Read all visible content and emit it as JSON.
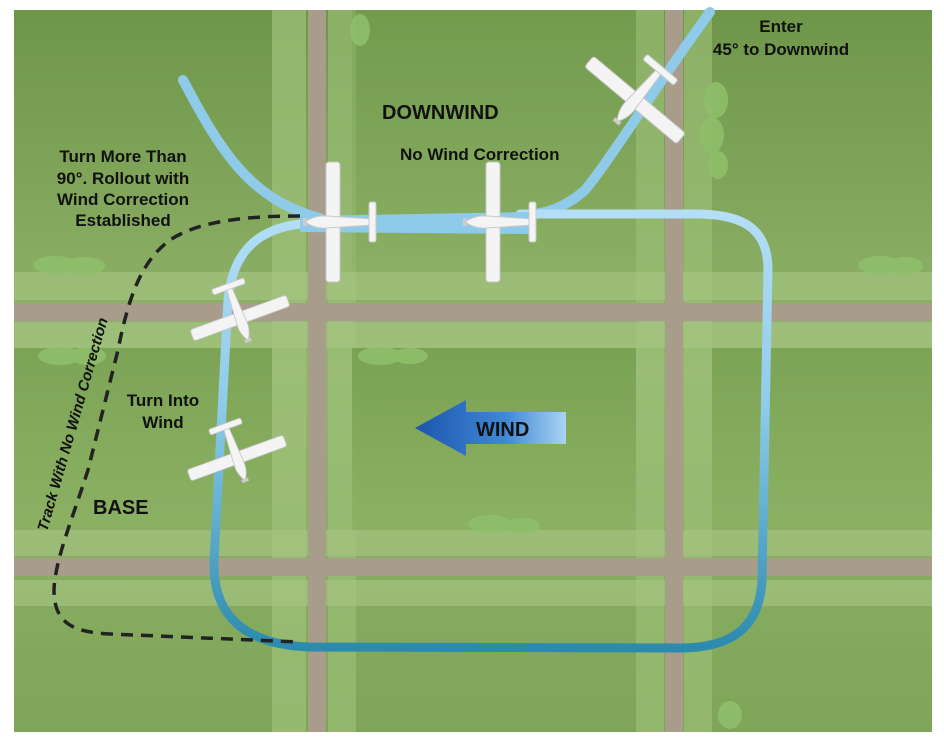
{
  "labels": {
    "enter_line1": "Enter",
    "enter_line2": "45° to Downwind",
    "downwind": "DOWNWIND",
    "no_wind_correction": "No Wind Correction",
    "turn_more_line1": "Turn More Than",
    "turn_more_line2": "90°. Rollout with",
    "turn_more_line3": "Wind Correction",
    "turn_more_line4": "Established",
    "track_no_correction": "Track With No Wind Correction",
    "turn_into_line1": "Turn Into",
    "turn_into_line2": "Wind",
    "base": "BASE",
    "wind": "WIND"
  },
  "colors": {
    "field_light": "#93b26a",
    "field_dark": "#6d9449",
    "road": "#a69a88",
    "grass_strip": "#9cc27a",
    "path_light": "#a9d6f2",
    "path_dark": "#2e8fb0",
    "wind_arrow": "#2660b6",
    "track_dash": "#222222",
    "airplane": "#f4f4f4"
  },
  "icons": {
    "airplane": "airplane-icon",
    "wind_arrow": "wind-arrow-icon"
  }
}
